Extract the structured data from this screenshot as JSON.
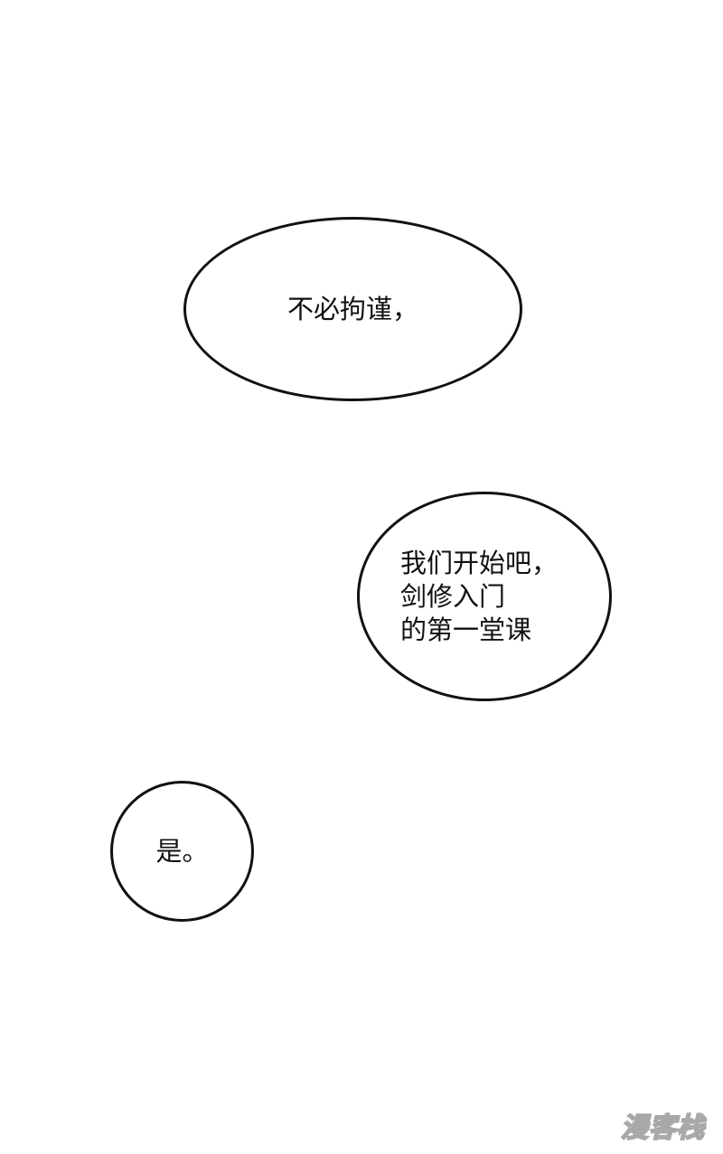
{
  "bubbles": [
    {
      "lines": [
        "不必拘谨，"
      ]
    },
    {
      "lines": [
        "我们开始吧，",
        "剑修入门",
        "的第一堂课"
      ]
    },
    {
      "lines": [
        "是。"
      ]
    }
  ],
  "watermark": {
    "text": "漫客栈"
  },
  "colors": {
    "background": "#ffffff",
    "ink": "#111111",
    "watermark_outline": "#9a9a9a"
  }
}
